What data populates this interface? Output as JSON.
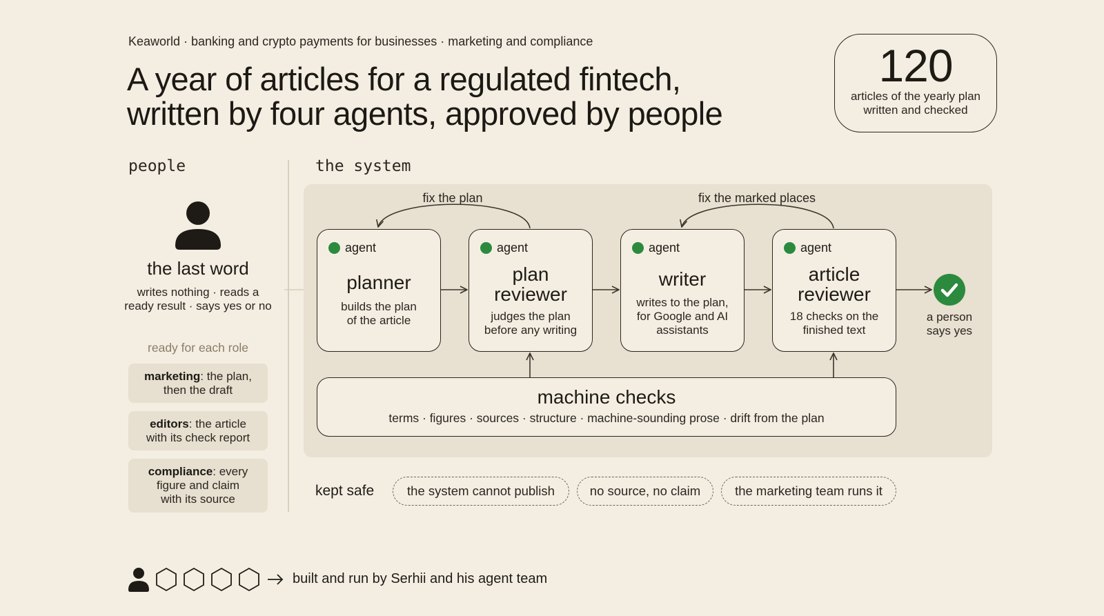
{
  "header": {
    "kicker": "Keaworld · banking and crypto payments for businesses · marketing and compliance",
    "headline_line1": "A year of articles for a regulated fintech,",
    "headline_line2": "written by four agents, approved by people"
  },
  "stat": {
    "number": "120",
    "caption_line1": "articles of the yearly plan",
    "caption_line2": "written and checked"
  },
  "people": {
    "section_label": "people",
    "icon": "person-icon",
    "title": "the last word",
    "desc_line1": "writes nothing · reads a",
    "desc_line2": "ready result · says yes or no",
    "ready_label": "ready for each role",
    "roles": [
      {
        "name": "marketing",
        "rest_line1": ": the plan,",
        "rest_line2": "then the draft"
      },
      {
        "name": "editors",
        "rest_line1": ": the article",
        "rest_line2": "with its check report"
      },
      {
        "name": "compliance",
        "rest_line1": ": every",
        "rest_line2": "figure and claim",
        "rest_line3": "with its source"
      }
    ]
  },
  "system": {
    "section_label": "the system",
    "loop_left": "fix the plan",
    "loop_right": "fix the marked places",
    "agent_tag": "agent",
    "agents": [
      {
        "name_line1": "planner",
        "desc_line1": "builds the plan",
        "desc_line2": "of the article"
      },
      {
        "name_line1": "plan",
        "name_line2": "reviewer",
        "desc_line1": "judges the plan",
        "desc_line2": "before any writing"
      },
      {
        "name_line1": "writer",
        "desc_line1": "writes to the plan,",
        "desc_line2": "for Google and AI",
        "desc_line3": "assistants"
      },
      {
        "name_line1": "article",
        "name_line2": "reviewer",
        "desc_line1": "18 checks on the",
        "desc_line2": "finished text"
      }
    ],
    "checks_title": "machine checks",
    "checks_desc": "terms · figures · sources · structure · machine-sounding prose · drift from the plan",
    "approve_line1": "a person",
    "approve_line2": "says yes",
    "approve_icon": "check-icon",
    "accent_color": "#2b8a3e"
  },
  "kept_safe": {
    "label": "kept safe",
    "items": [
      "the system cannot publish",
      "no source, no claim",
      "the marketing team runs it"
    ]
  },
  "footer": {
    "text": "built and run by Serhii and his agent team",
    "icons": [
      "person-icon",
      "hexagon-icon",
      "hexagon-icon",
      "hexagon-icon",
      "hexagon-icon",
      "arrow-right-icon"
    ]
  }
}
